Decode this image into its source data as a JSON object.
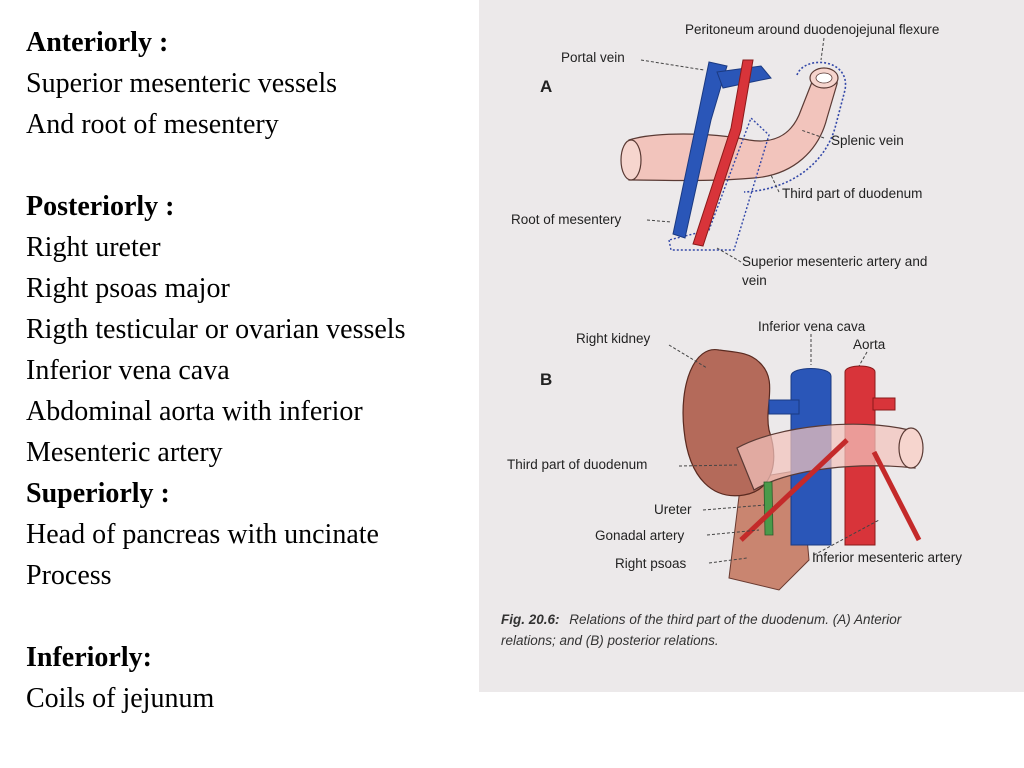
{
  "text": {
    "anteriorly": {
      "heading": "Anteriorly :",
      "lines": [
        "Superior mesenteric vessels",
        "And root of mesentery"
      ]
    },
    "posteriorly": {
      "heading": "Posteriorly :",
      "lines": [
        "Right ureter",
        "Right psoas major",
        "Rigth testicular or ovarian vessels",
        "Inferior vena cava",
        "Abdominal aorta with inferior",
        "Mesenteric artery"
      ]
    },
    "superiorly": {
      "heading": "Superiorly :",
      "lines": [
        "Head of pancreas with uncinate",
        "Process"
      ]
    },
    "inferiorly": {
      "heading": "Inferiorly:",
      "lines": [
        "Coils of jejunum"
      ]
    }
  },
  "figure": {
    "panel_a": {
      "letter": "A",
      "labels": {
        "peritoneum": "Peritoneum around duodenojejunal flexure",
        "portal_vein": "Portal vein",
        "splenic_vein": "Splenic vein",
        "third_part": "Third part of duodenum",
        "root_mesentery": "Root of mesentery",
        "sma_line1": "Superior mesenteric artery and",
        "sma_line2": "vein"
      }
    },
    "panel_b": {
      "letter": "B",
      "labels": {
        "ivc": "Inferior vena cava",
        "aorta": "Aorta",
        "right_kidney": "Right kidney",
        "third_part": "Third part of duodenum",
        "ureter": "Ureter",
        "gonadal": "Gonadal artery",
        "right_psoas": "Right psoas",
        "ima": "Inferior mesenteric artery"
      }
    },
    "caption": {
      "fig_no": "Fig. 20.6:",
      "line1": "Relations of the third part of the duodenum. (A) Anterior",
      "line2": "relations;  and  (B)  posterior  relations."
    },
    "colors": {
      "vein": "#2a56b8",
      "artery": "#d8343a",
      "duodenum": "#f2c4bc",
      "kidney": "#b46a5a",
      "ureter": "#4a9a4a",
      "psoas": "#c98570"
    }
  }
}
